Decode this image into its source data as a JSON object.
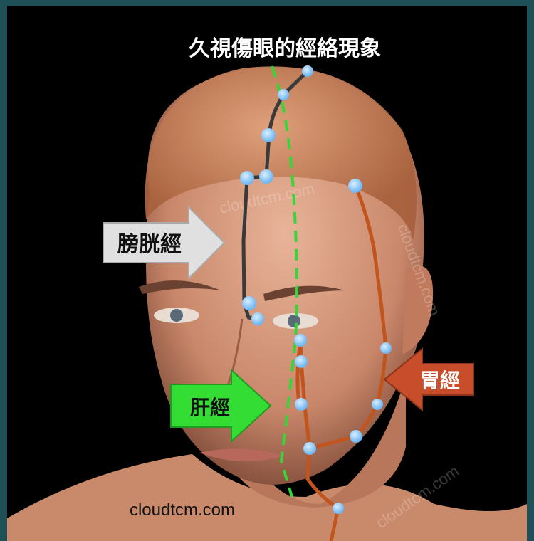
{
  "title": "久視傷眼的經絡現象",
  "labels": {
    "bladder": "膀胱經",
    "liver": "肝經",
    "stomach": "胃經"
  },
  "brand": "cloudtcm.com",
  "watermark": "cloudtcm.com",
  "colors": {
    "bladder_line": "#3a3a3a",
    "liver_line": "#39d43b",
    "stomach_line": "#c2541d",
    "point": "#8ecbff",
    "bladder_arrow": "#e0e0e0",
    "liver_arrow": "#33dd33",
    "stomach_arrow": "#c84d2a"
  }
}
